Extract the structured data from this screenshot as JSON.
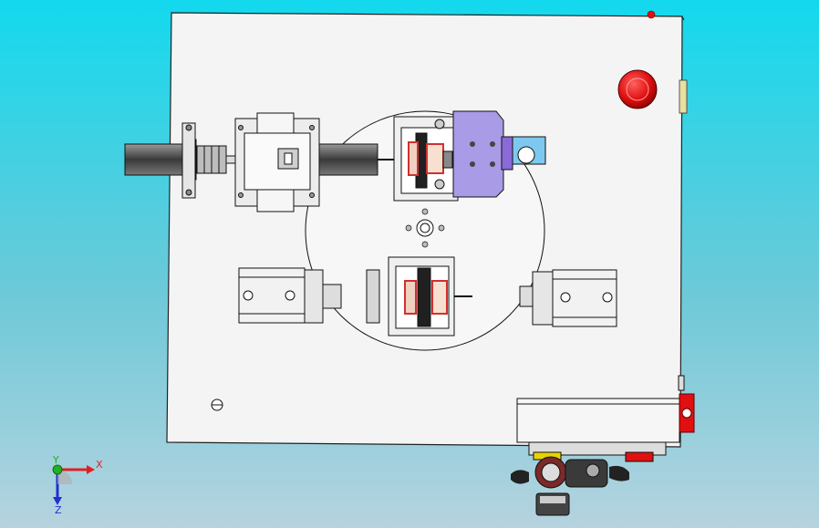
{
  "triad": {
    "x_label": "X",
    "y_label": "Y",
    "z_label": "Z",
    "x_color": "#e02020",
    "y_color": "#20b020",
    "z_color": "#2030d0"
  },
  "colors": {
    "background_top": "#13d9ee",
    "background_bottom": "#b6d3df",
    "plate": "#f4f4f4",
    "estop": "#e01010",
    "fixture_block": "#a99be6",
    "clamp": "#7ec8f0",
    "armature": "#d03030",
    "line": "#111111"
  }
}
